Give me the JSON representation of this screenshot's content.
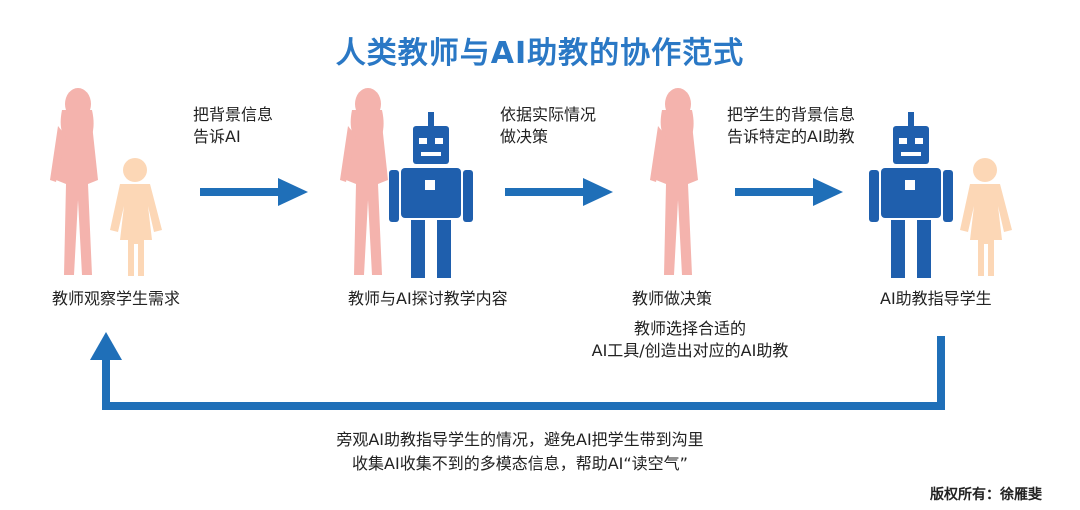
{
  "title": "人类教师与AI助教的协作范式",
  "arrows": [
    {
      "label_line1": "把背景信息",
      "label_line2": "告诉AI"
    },
    {
      "label_line1": "依据实际情况",
      "label_line2": "做决策"
    },
    {
      "label_line1": "把学生的背景信息",
      "label_line2": "告诉特定的AI助教"
    }
  ],
  "stages": [
    {
      "caption": "教师观察学生需求"
    },
    {
      "caption": "教师与AI探讨教学内容"
    },
    {
      "caption": "教师做决策",
      "note_line1": "教师选择合适的",
      "note_line2": "AI工具/创造出对应的AI助教"
    },
    {
      "caption": "AI助教指导学生"
    }
  ],
  "feedback": {
    "line1": "旁观AI助教指导学生的情况，避免AI把学生带到沟里",
    "line2": "收集AI收集不到的多模态信息，帮助AI“读空气”"
  },
  "copyright": "版权所有：徐雁斐",
  "colors": {
    "title": "#2a78c5",
    "teacher": "#f4b3ad",
    "student": "#fcd7b6",
    "robot": "#1f5fad",
    "arrow": "#1f6fb8"
  }
}
